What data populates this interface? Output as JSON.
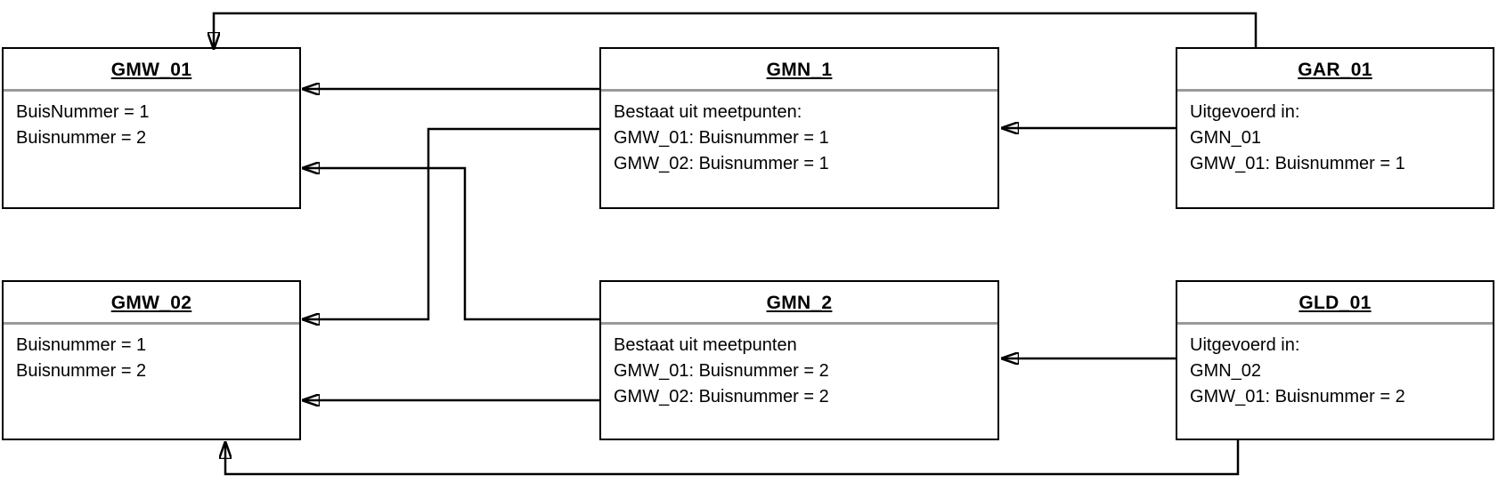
{
  "diagram": {
    "colors": {
      "background": "#ffffff",
      "box_border": "#000000",
      "title_divider": "#9a9a9a",
      "connector": "#000000"
    },
    "nodes": {
      "gmw01": {
        "title": "GMW_01",
        "lines": [
          "BuisNummer = 1",
          "Buisnummer = 2"
        ]
      },
      "gmn1": {
        "title": "GMN_1",
        "lines": [
          "Bestaat uit meetpunten:",
          "GMW_01: Buisnummer = 1",
          "GMW_02: Buisnummer = 1"
        ]
      },
      "gar01": {
        "title": "GAR_01",
        "lines": [
          "Uitgevoerd in:",
          "GMN_01",
          "GMW_01: Buisnummer = 1"
        ]
      },
      "gmw02": {
        "title": "GMW_02",
        "lines": [
          "Buisnummer = 1",
          "Buisnummer = 2"
        ]
      },
      "gmn2": {
        "title": "GMN_2",
        "lines": [
          "Bestaat uit meetpunten",
          "GMW_01: Buisnummer = 2",
          "GMW_02: Buisnummer = 2"
        ]
      },
      "gld01": {
        "title": "GLD_01",
        "lines": [
          "Uitgevoerd in:",
          "GMN_02",
          "GMW_01: Buisnummer = 2"
        ]
      }
    },
    "edges": [
      {
        "from": "GMN_1",
        "to": "GMW_01",
        "arrow": "into GMW_01 right edge"
      },
      {
        "from": "GMN_1",
        "to": "GMW_02",
        "arrow": "down then into GMW_02 right edge"
      },
      {
        "from": "GMN_2",
        "to": "GMW_01",
        "arrow": "up then into GMW_01 right edge"
      },
      {
        "from": "GMN_2",
        "to": "GMW_02",
        "arrow": "into GMW_02 right edge"
      },
      {
        "from": "GAR_01",
        "to": "GMN_1",
        "arrow": "into GMN_1 right edge"
      },
      {
        "from": "GAR_01",
        "to": "GMW_01",
        "arrow": "over the top into GMW_01 top edge"
      },
      {
        "from": "GLD_01",
        "to": "GMN_2",
        "arrow": "into GMN_2 right edge"
      },
      {
        "from": "GLD_01",
        "to": "GMW_02",
        "arrow": "under the bottom into GMW_02 bottom edge"
      }
    ]
  }
}
